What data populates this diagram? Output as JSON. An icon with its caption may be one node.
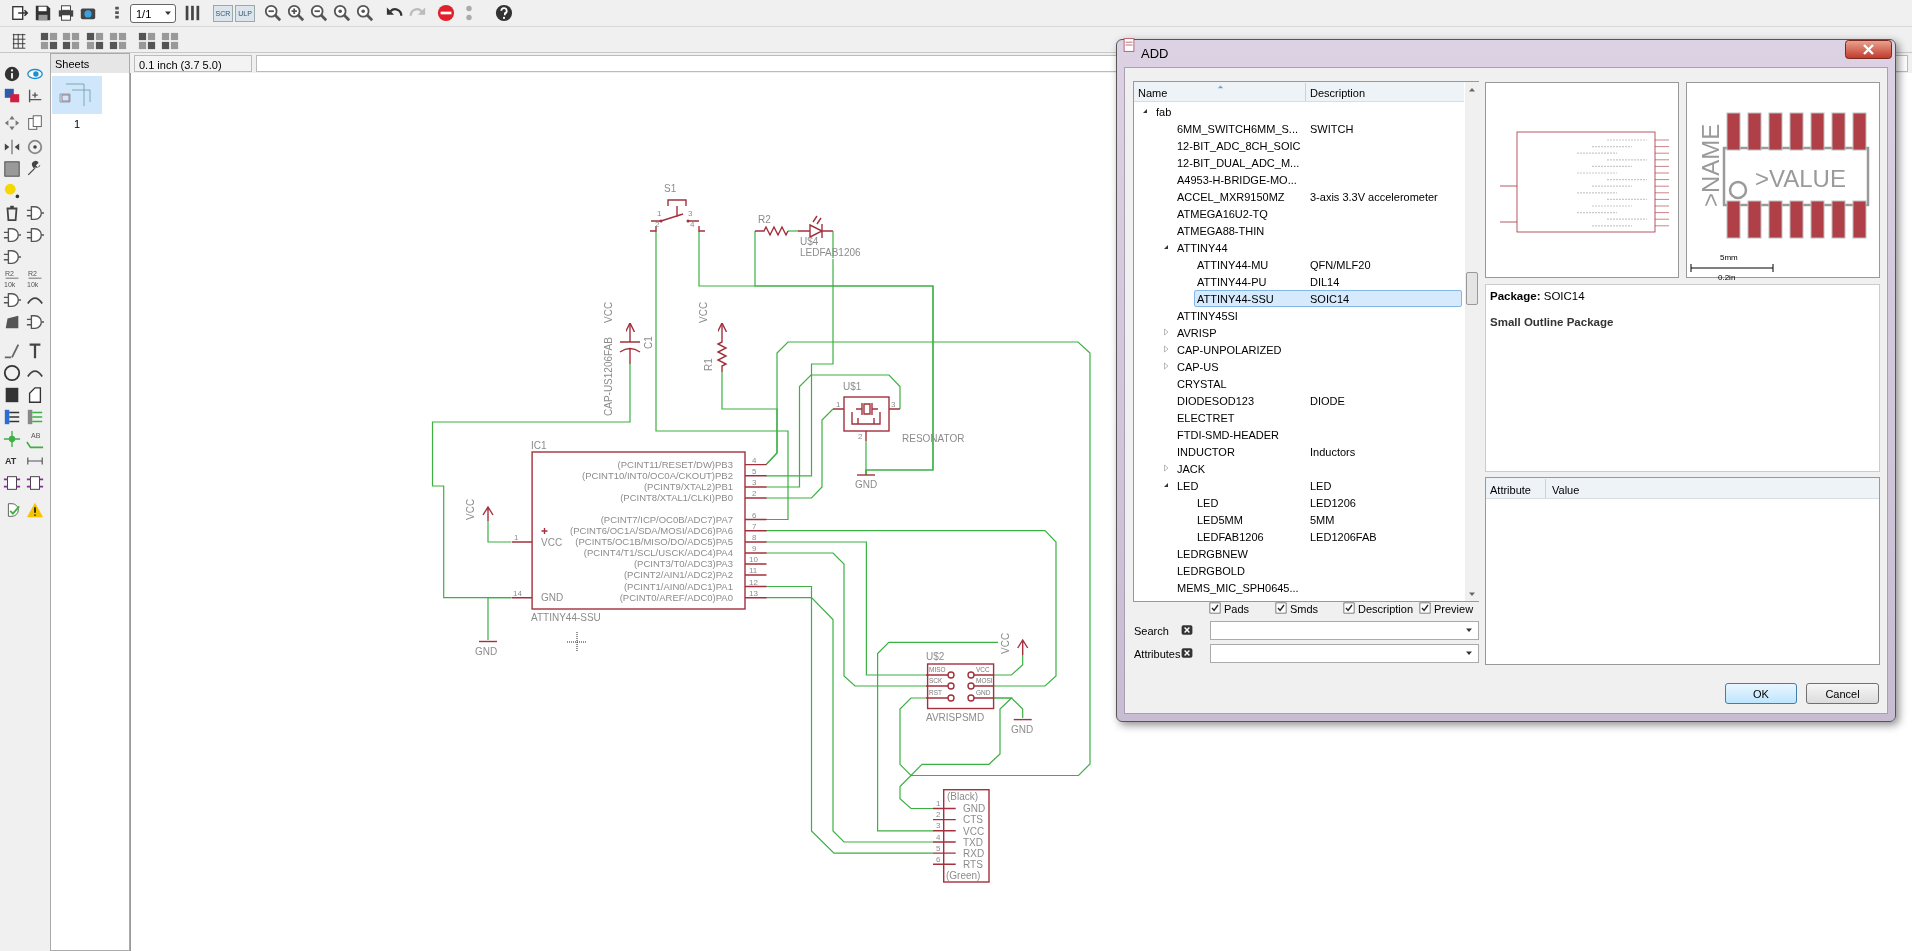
{
  "diagram": {
    "nodes": [
      {
        "text": [
          "S1",
          "1",
          "3",
          "2",
          "4"
        ]
      },
      {
        "text": [
          "R2"
        ]
      },
      {
        "text": [
          "U$4",
          "LEDFAB1206"
        ]
      },
      {
        "text": [
          "VCC"
        ]
      },
      {
        "text": [
          "C1",
          "CAP-US1206FAB"
        ]
      },
      {
        "text": [
          "VCC"
        ]
      },
      {
        "text": [
          "R1"
        ]
      },
      {
        "text": [
          "U$1",
          "1",
          "3",
          "2"
        ],
        "beside": [
          "RESONATOR"
        ]
      },
      {
        "text": [
          "GND"
        ]
      },
      {
        "text": [
          "IC1",
          "(PCINT11/RESET/DW)PB3",
          "4",
          "(PCINT10/INT0/OC0A/CKOUT)PB2",
          "5",
          "(PCINT9/XTAL2)PB1",
          "3",
          "(PCINT8/XTAL1/CLKI)PB0",
          "2",
          "(PCINT7/ICP/OC0B/ADC7)PA7",
          "6",
          "(PCINT6/OC1A/SDA/MOSI/ADC6)PA6",
          "7",
          "1",
          "VCC",
          "(PCINT5/OC1B/MISO/DO/ADC5)PA5",
          "8",
          "(PCINT4/T1/SCL/USCK/ADC4)PA4",
          "9",
          "(PCINT3/T0/ADC3)PA3",
          "10",
          "(PCINT2/AIN1/ADC2)PA2",
          "11",
          "(PCINT1/AIN0/ADC1)PA1",
          "12",
          "14",
          "GND",
          "(PCINT0/AREF/ADC0)PA0",
          "13"
        ],
        "beside": [
          "ATTINY44-SSU"
        ]
      },
      {
        "text": [
          "VCC"
        ]
      },
      {
        "text": [
          "GND"
        ]
      },
      {
        "text": [
          "VCC"
        ]
      },
      {
        "text": [
          "U$2",
          "MISO",
          "VCC",
          "SCK",
          "MOSI",
          "RST",
          "GND"
        ],
        "beside": [
          "AVRISPSMD"
        ]
      },
      {
        "text": [
          "GND"
        ]
      },
      {
        "text": [
          "(Black)",
          "1",
          "GND",
          "2",
          "CTS",
          "3",
          "VCC",
          "4",
          "TXD",
          "5",
          "RXD",
          "6",
          "RTS",
          "(Green)"
        ]
      }
    ],
    "edges": [
      {
        "from": 0,
        "to": 9,
        "arrow": "none"
      },
      {
        "from": 0,
        "to": 8,
        "arrow": "none"
      },
      {
        "from": 1,
        "to": 8,
        "arrow": "none"
      },
      {
        "from": 1,
        "to": 2,
        "arrow": "none"
      },
      {
        "from": 2,
        "to": 9,
        "arrow": "none"
      },
      {
        "from": 7,
        "to": 8,
        "arrow": "none"
      },
      {
        "from": 4,
        "to": 3,
        "arrow": "to",
        "color": "#a3303c"
      },
      {
        "from": 4,
        "to": 9,
        "arrow": "none"
      },
      {
        "from": 6,
        "to": 5,
        "arrow": "to",
        "color": "#a3303c"
      },
      {
        "from": 6,
        "to": 9,
        "arrow": "none"
      },
      {
        "from": 9,
        "to": 13,
        "arrow": "none"
      },
      {
        "from": 9,
        "to": 7,
        "arrow": "none"
      },
      {
        "from": 9,
        "to": 7,
        "arrow": "none"
      },
      {
        "from": 10,
        "to": 9,
        "arrow": "none"
      },
      {
        "from": 9,
        "to": 13,
        "arrow": "none"
      },
      {
        "from": 9,
        "to": 13,
        "arrow": "none"
      },
      {
        "from": 9,
        "to": 13,
        "arrow": "none"
      },
      {
        "from": 9,
        "to": 15,
        "arrow": "none"
      },
      {
        "from": 9,
        "to": 15,
        "arrow": "none"
      },
      {
        "from": 9,
        "to": 11,
        "arrow": "none"
      },
      {
        "from": 13,
        "to": 12,
        "arrow": "none"
      },
      {
        "from": 15,
        "to": 12,
        "arrow": "none"
      },
      {
        "from": 13,
        "to": 14,
        "arrow": "none"
      },
      {
        "from": 13,
        "to": 15,
        "arrow": "none"
      }
    ],
    "labels": [
      "1/1",
      "SCR",
      "ULP",
      "Sheets",
      "0.1 inch (3.7 5.0)",
      "1",
      "R2",
      "10k",
      "R2",
      "10k",
      "AB",
      "AT",
      "ADD",
      "Name",
      "Description",
      "fab",
      "6MM_SWITCH6MM_S...",
      "SWITCH",
      "12-BIT_ADC_8CH_SOIC",
      "12-BIT_DUAL_ADC_M...",
      "A4953-H-BRIDGE-MO...",
      "ACCEL_MXR9150MZ",
      "3-axis 3.3V accelerometer",
      "ATMEGA16U2-TQ",
      "ATMEGA88-THIN",
      "ATTINY44",
      "ATTINY44-MU",
      "QFN/MLF20",
      "ATTINY44-PU",
      "DIL14",
      "ATTINY44-SSU",
      "SOIC14",
      "ATTINY45SI",
      "AVRISP",
      "CAP-UNPOLARIZED",
      "CAP-US",
      "CRYSTAL",
      "DIODESOD123",
      "DIODE",
      "ELECTRET",
      "FTDI-SMD-HEADER",
      "INDUCTOR",
      "Inductors",
      "JACK",
      "LED",
      "LED",
      "LED",
      "LED1206",
      "LED5MM",
      "5MM",
      "LEDFAB1206",
      "LED1206FAB",
      "LEDRGBNEW",
      "LEDRGBOLD",
      "MEMS_MIC_SPH0645...",
      "Pads",
      "Smds",
      "Description",
      "Preview",
      "Search",
      "Attributes",
      ">NAME",
      ">VALUE",
      "5mm",
      "0.2in",
      "**Package:** SOIC14",
      "Small Outline Package",
      "Attribute",
      "Value",
      "OK",
      "Cancel"
    ]
  }
}
